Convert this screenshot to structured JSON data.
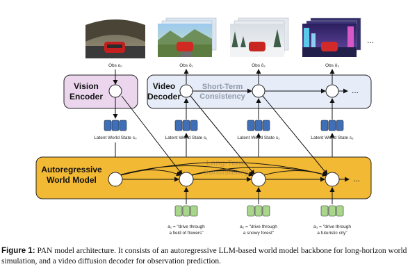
{
  "vision_encoder": {
    "title_line1": "Vision",
    "title_line2": "Encoder"
  },
  "video_decoder": {
    "title_line1": "Video",
    "title_line2": "Decoder"
  },
  "world_model": {
    "title_line1": "Autoregressive",
    "title_line2": "World Model"
  },
  "short_term": {
    "line1": "Short-Term",
    "line2": "Consistency"
  },
  "long_term": {
    "line1": "Long-Term",
    "line2": "Consistency"
  },
  "observations": [
    {
      "label": "Obs o₀"
    },
    {
      "label": "Obs ô₁"
    },
    {
      "label": "Obs ô₂"
    },
    {
      "label": "Obs ô₃"
    }
  ],
  "ellipsis": "...",
  "latent_states": [
    "Latent World State s₀",
    "Latent World State s₁",
    "Latent World State s₂",
    "Latent World State s₃"
  ],
  "actions": [
    {
      "line1": "a₁ = \"drive through",
      "line2": "a field of flowers\""
    },
    {
      "line1": "a₂ = \"drive through",
      "line2": "a snowy forest\""
    },
    {
      "line1": "a₃ = \"drive through",
      "line2": "a futuristic city\""
    }
  ],
  "caption": {
    "figure_label": "Figure 1:",
    "text": " PAN model architecture. It consists of an autoregressive LLM-based world model backbone for long-horizon world simulation, and a video diffusion decoder for observation prediction."
  },
  "colors": {
    "encoder_fill": "#ecd6ee",
    "decoder_fill": "#e6ecf8",
    "world_fill": "#f2b935",
    "latent_token": "#3f6fb8",
    "action_token": "#a8d78b"
  }
}
